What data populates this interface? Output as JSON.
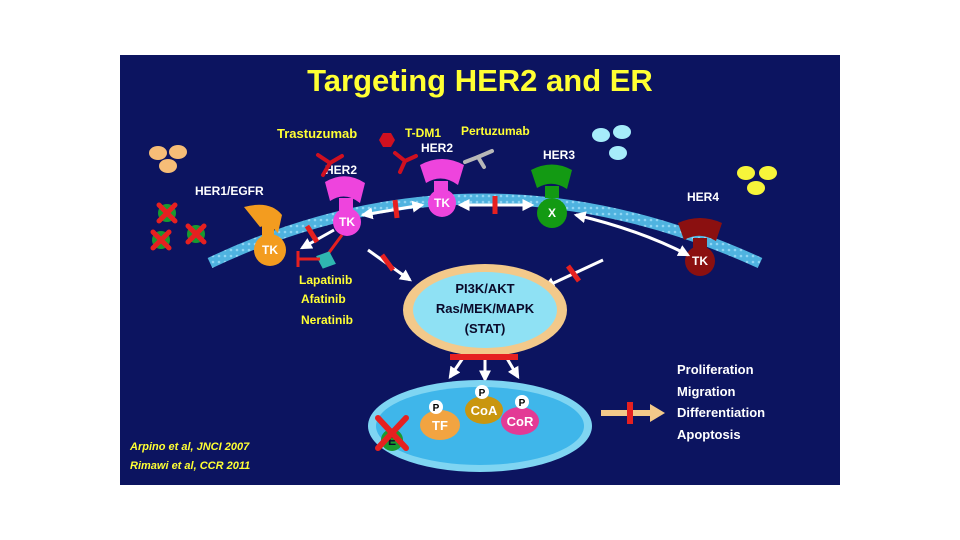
{
  "slide": {
    "title": "Targeting HER2 and ER",
    "background": "#0c1460",
    "title_color": "#ffff33"
  },
  "receptors": {
    "her1": {
      "name": "HER1/EGFR",
      "domain": "TK"
    },
    "her2a": {
      "name": "HER2",
      "domain": "TK"
    },
    "her2b": {
      "name": "HER2",
      "domain": "TK"
    },
    "her3": {
      "name": "HER3",
      "domain": "X"
    },
    "her4": {
      "name": "HER4",
      "domain": "TK"
    }
  },
  "drugs": {
    "trastuzumab": "Trastuzumab",
    "tdm1": "T-DM1",
    "pertuzumab": "Pertuzumab",
    "tki": [
      "Lapatinib",
      "Afatinib",
      "Neratinib"
    ]
  },
  "pathway": {
    "lines": [
      "PI3K/AKT",
      "Ras/MEK/MAPK",
      "(STAT)"
    ]
  },
  "nucleus": {
    "phospho": "P",
    "tf": "TF",
    "coa": "CoA",
    "cor": "CoR",
    "er": "E"
  },
  "outcomes": [
    "Proliferation",
    "Migration",
    "Differentiation",
    "Apoptosis"
  ],
  "references": [
    "Arpino et al, JNCI 2007",
    "Rimawi et al, CCR 2011"
  ],
  "colors": {
    "drug_label": "#ffff33",
    "her1": "#f39c1f",
    "her2": "#ee44dd",
    "her3": "#139a13",
    "her4": "#8b1010",
    "membrane": "#55bbe6",
    "inhibitor_bar": "#e62020"
  }
}
